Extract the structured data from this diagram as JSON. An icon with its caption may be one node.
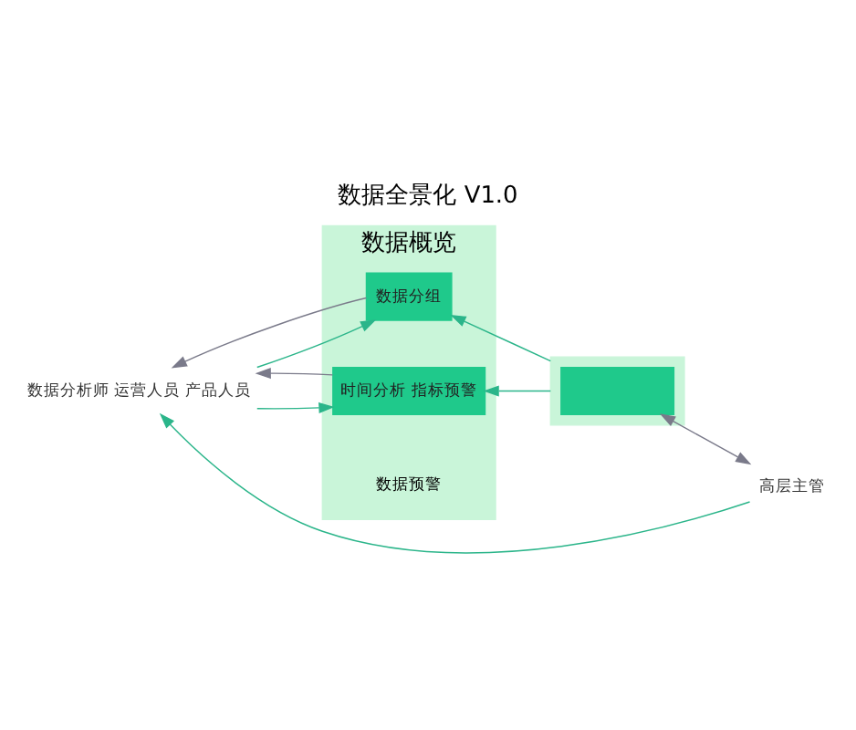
{
  "diagram": {
    "title": "数据全景化 V1.0",
    "nodes": [
      {
        "text": [
          "数据概览"
        ]
      },
      {
        "text": [
          "数据分组"
        ],
        "in": 0
      },
      {
        "text": [
          "时间分析 指标预警"
        ],
        "in": 0
      },
      {
        "text": [
          "数据分析师 运营人员 产品人员"
        ]
      },
      {
        "text": [],
        "shape": "box"
      },
      {
        "text": [],
        "shape": "box",
        "in": 4
      },
      {
        "text": [
          "高层主管"
        ]
      }
    ],
    "edges": [
      {
        "from": 3,
        "to": 1,
        "arrow": "to"
      },
      {
        "from": 3,
        "to": 2,
        "arrow": "to"
      },
      {
        "from": 1,
        "to": 3,
        "arrow": "to",
        "color": "#7a7a8a"
      },
      {
        "from": 2,
        "to": 3,
        "arrow": "to",
        "color": "#7a7a8a"
      },
      {
        "from": 4,
        "to": 1,
        "arrow": "to"
      },
      {
        "from": 4,
        "to": 2,
        "arrow": "to"
      },
      {
        "from": 5,
        "to": 6,
        "arrow": "both",
        "color": "#7a7a8a"
      },
      {
        "from": 6,
        "to": 3,
        "arrow": "to"
      }
    ],
    "labels": [
      "数据预警"
    ]
  }
}
